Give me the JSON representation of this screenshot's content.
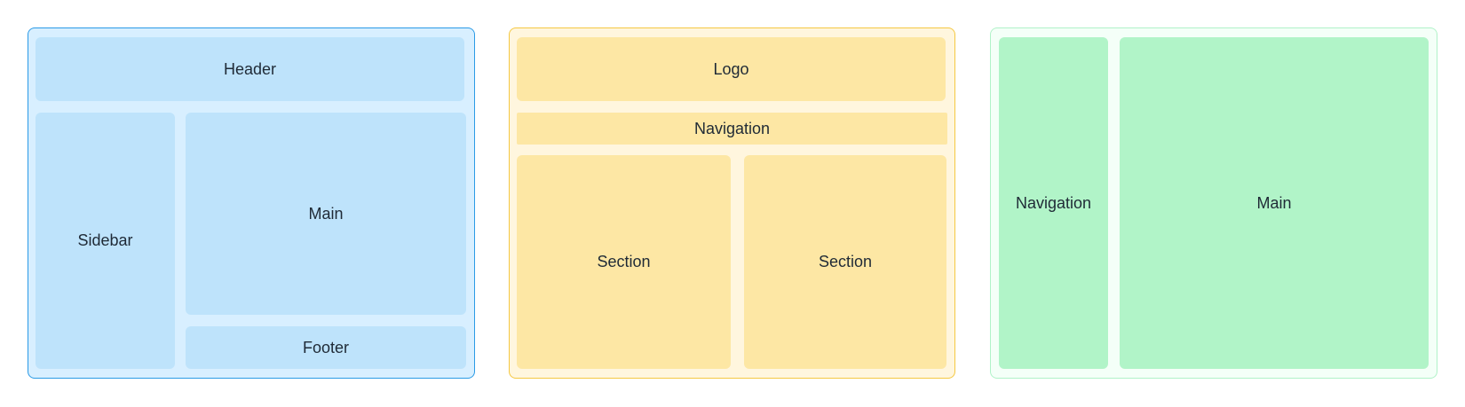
{
  "colors": {
    "blue_border": "#2b9be6",
    "blue_fill": "#bee3fb",
    "blue_bg": "#d8efff",
    "yellow_border": "#f5c842",
    "yellow_fill": "#fde7a4",
    "yellow_bg": "#fff6de",
    "green_border": "#b0f2c8",
    "green_fill": "#b1f4c8",
    "green_bg": "#f4fff8"
  },
  "layout1": {
    "header": "Header",
    "sidebar": "Sidebar",
    "main": "Main",
    "footer": "Footer"
  },
  "layout2": {
    "logo": "Logo",
    "navigation": "Navigation",
    "section_left": "Section",
    "section_right": "Section"
  },
  "layout3": {
    "navigation": "Navigation",
    "main": "Main"
  }
}
